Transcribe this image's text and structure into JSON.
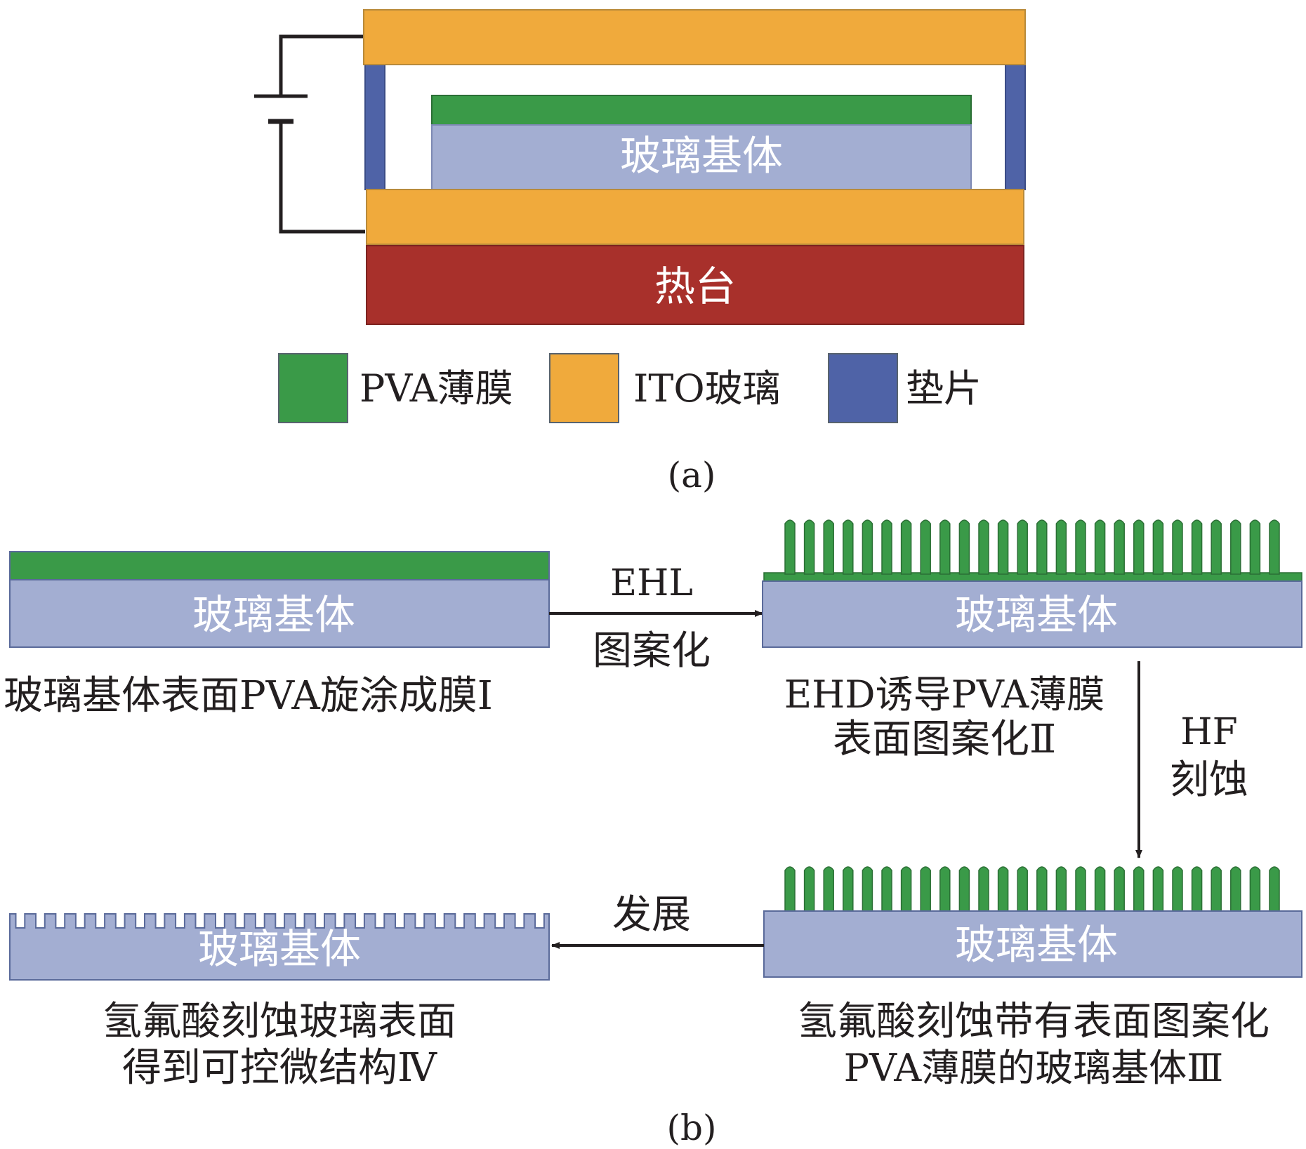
{
  "panel_a": {
    "substrate_label": "玻璃基体",
    "hotplate_label": "热台",
    "legend": [
      {
        "label": "PVA薄膜",
        "color": "#3a9a48"
      },
      {
        "label": "ITO玻璃",
        "color": "#f0aa3c"
      },
      {
        "label": "垫片",
        "color": "#4f63a7"
      }
    ],
    "caption": "(a)"
  },
  "panel_b": {
    "step1": {
      "substrate_label": "玻璃基体",
      "caption": "玻璃基体表面PVA旋涂成膜Ⅰ"
    },
    "arrow1": {
      "top": "EHL",
      "bottom": "图案化"
    },
    "step2": {
      "substrate_label": "玻璃基体",
      "caption_line1": "EHD诱导PVA薄膜",
      "caption_line2": "表面图案化Ⅱ"
    },
    "arrow2": {
      "line1": "HF",
      "line2": "刻蚀"
    },
    "step3": {
      "substrate_label": "玻璃基体",
      "caption_line1": "氢氟酸刻蚀带有表面图案化",
      "caption_line2": "PVA薄膜的玻璃基体Ⅲ"
    },
    "arrow3": {
      "label": "发展"
    },
    "step4": {
      "substrate_label": "玻璃基体",
      "caption_line1": "氢氟酸刻蚀玻璃表面",
      "caption_line2": "得到可控微结构Ⅳ"
    },
    "caption": "(b)"
  },
  "colors": {
    "pva": "#3a9a48",
    "ito": "#f0aa3c",
    "spacer": "#4f63a7",
    "glass": "#a3aed2",
    "hotplate": "#a8302b",
    "outline": "#5a6a9a",
    "wire": "#231f20"
  }
}
